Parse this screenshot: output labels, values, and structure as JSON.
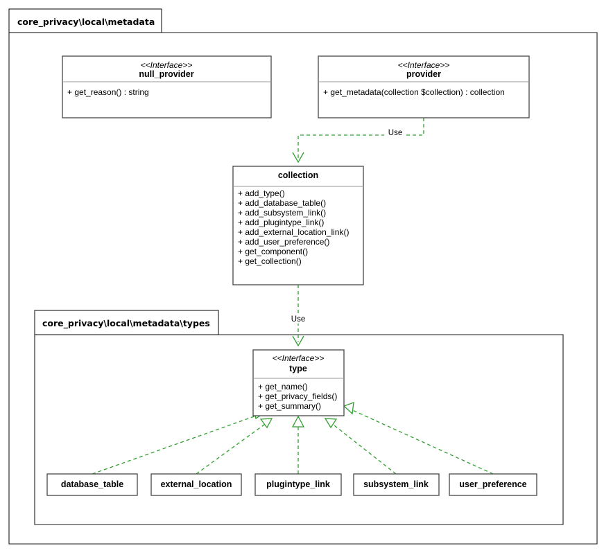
{
  "diagram": {
    "kind": "uml-class-diagram",
    "accent_color": "#2f9e2f",
    "box_stroke_color": "#4d4d4d",
    "package_stroke_color": "#1a1a1a",
    "background_color": "#ffffff"
  },
  "packages": [
    {
      "id": "outer",
      "label": "core_privacy\\local\\metadata"
    },
    {
      "id": "inner",
      "label": "core_privacy\\local\\metadata\\types"
    }
  ],
  "classes": [
    {
      "id": "null_provider",
      "stereotype": "<<Interface>>",
      "name": "null_provider",
      "members": [
        "+ get_reason() : string"
      ]
    },
    {
      "id": "provider",
      "stereotype": "<<Interface>>",
      "name": "provider",
      "members": [
        "+ get_metadata(collection $collection) : collection"
      ]
    },
    {
      "id": "collection",
      "stereotype": "",
      "name": "collection",
      "members": [
        "+ add_type()",
        "+ add_database_table()",
        "+ add_subsystem_link()",
        "+ add_plugintype_link()",
        "+ add_external_location_link()",
        "+ add_user_preference()",
        "+ get_component()",
        "+ get_collection()"
      ]
    },
    {
      "id": "type",
      "stereotype": "<<Interface>>",
      "name": "type",
      "members": [
        "+ get_name()",
        "+ get_privacy_fields()",
        "+ get_summary()"
      ]
    },
    {
      "id": "database_table",
      "stereotype": "",
      "name": "database_table",
      "members": []
    },
    {
      "id": "external_location",
      "stereotype": "",
      "name": "external_location",
      "members": []
    },
    {
      "id": "plugintype_link",
      "stereotype": "",
      "name": "plugintype_link",
      "members": []
    },
    {
      "id": "subsystem_link",
      "stereotype": "",
      "name": "subsystem_link",
      "members": []
    },
    {
      "id": "user_preference",
      "stereotype": "",
      "name": "user_preference",
      "members": []
    }
  ],
  "relationships": [
    {
      "id": "provider-uses-collection",
      "from": "provider",
      "to": "collection",
      "label": "Use",
      "type": "dependency"
    },
    {
      "id": "collection-uses-type",
      "from": "collection",
      "to": "type",
      "label": "Use",
      "type": "dependency"
    },
    {
      "id": "database_table-realizes-type",
      "from": "database_table",
      "to": "type",
      "label": "",
      "type": "realization"
    },
    {
      "id": "external_location-realizes-type",
      "from": "external_location",
      "to": "type",
      "label": "",
      "type": "realization"
    },
    {
      "id": "plugintype_link-realizes-type",
      "from": "plugintype_link",
      "to": "type",
      "label": "",
      "type": "realization"
    },
    {
      "id": "subsystem_link-realizes-type",
      "from": "subsystem_link",
      "to": "type",
      "label": "",
      "type": "realization"
    },
    {
      "id": "user_preference-realizes-type",
      "from": "user_preference",
      "to": "type",
      "label": "",
      "type": "realization"
    }
  ]
}
